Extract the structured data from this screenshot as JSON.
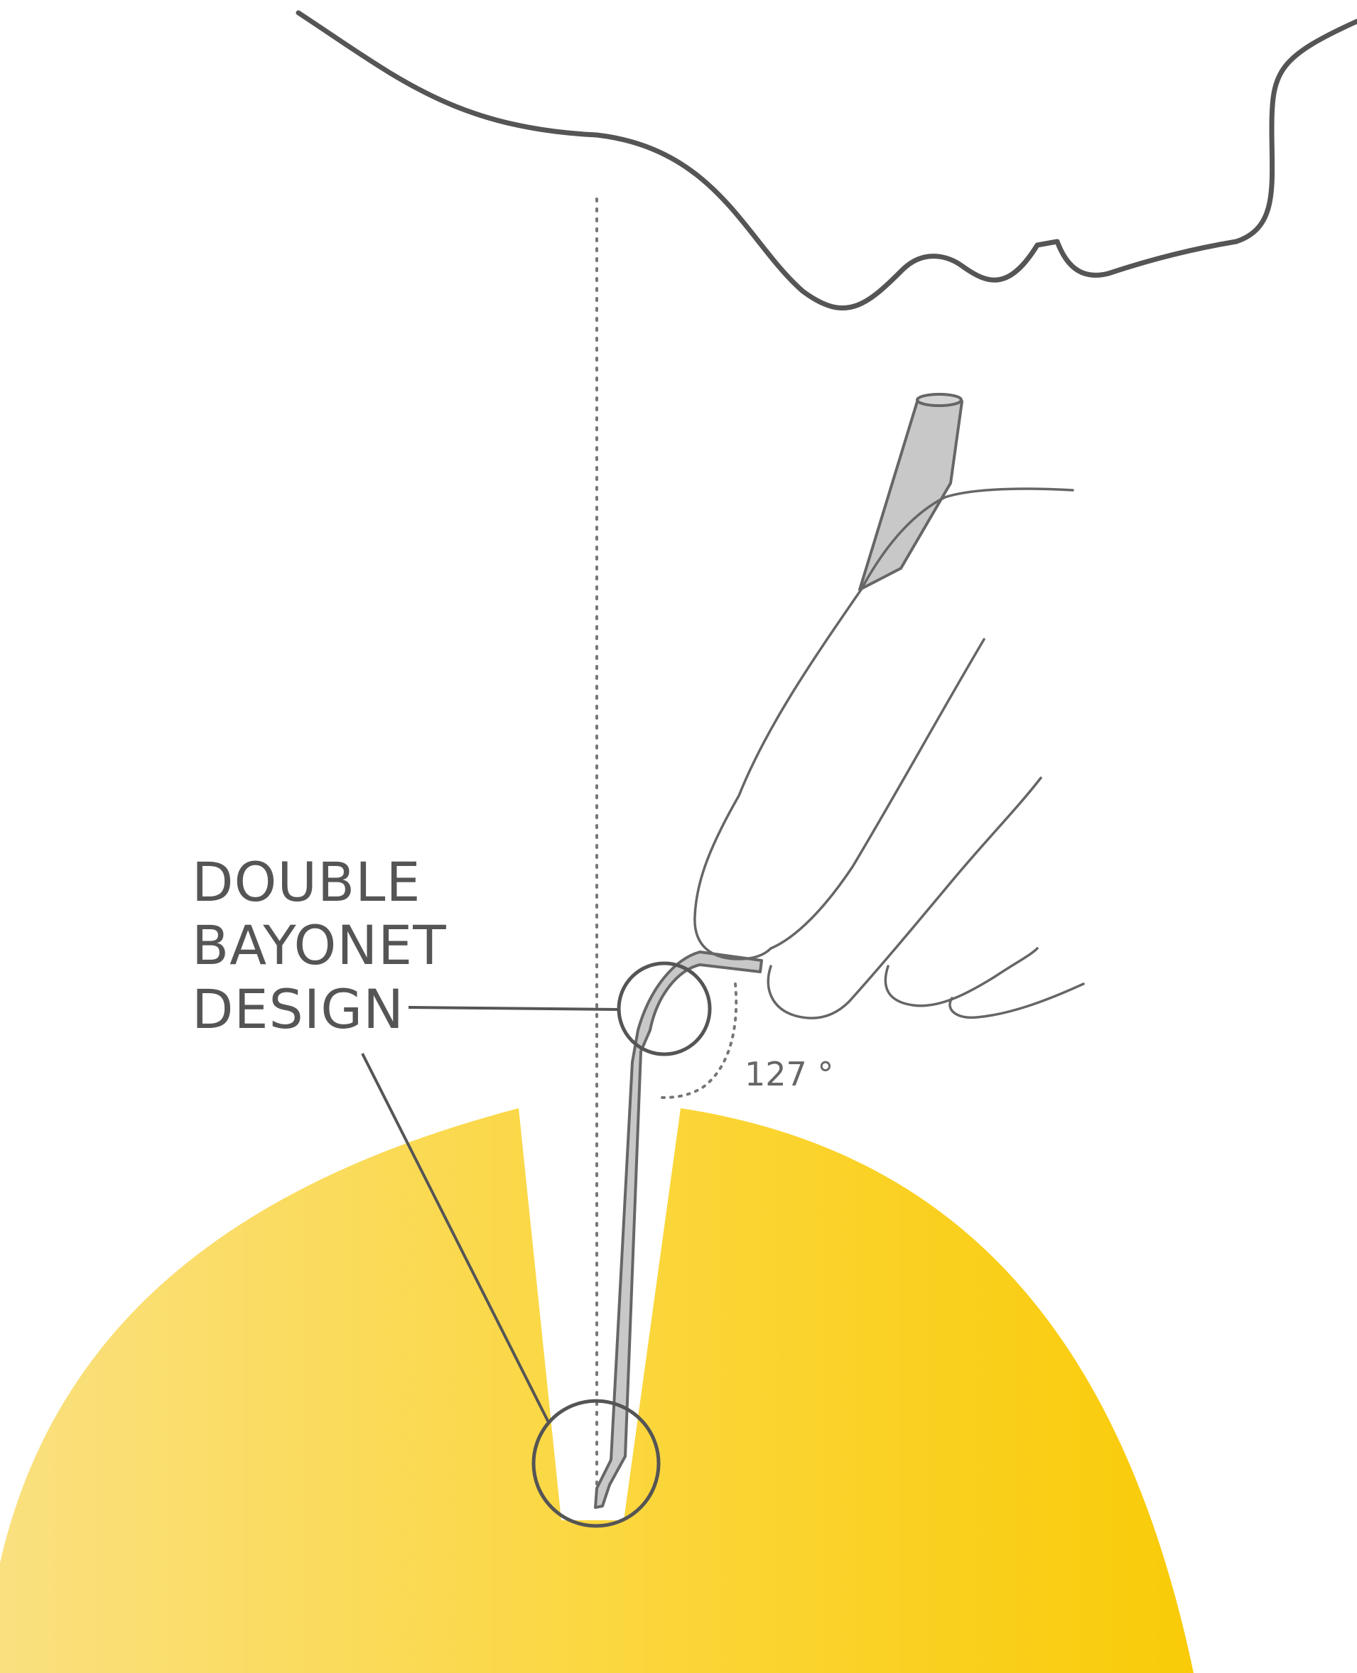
{
  "callout": {
    "line1": "DOUBLE",
    "line2": "BAYONET",
    "line3": "DESIGN"
  },
  "angle": {
    "label": "127 °"
  },
  "colors": {
    "outline": "#555555",
    "instrument_fill": "#c8c8c8",
    "instrument_stroke": "#666666",
    "mound_light": "#fae07f",
    "mound_dark": "#f9cb08",
    "hand_stroke": "#666666"
  },
  "icons": {
    "hand": "hand-holding-instrument-icon",
    "instrument": "dental-elevator-icon",
    "face": "face-profile-outline-icon"
  }
}
